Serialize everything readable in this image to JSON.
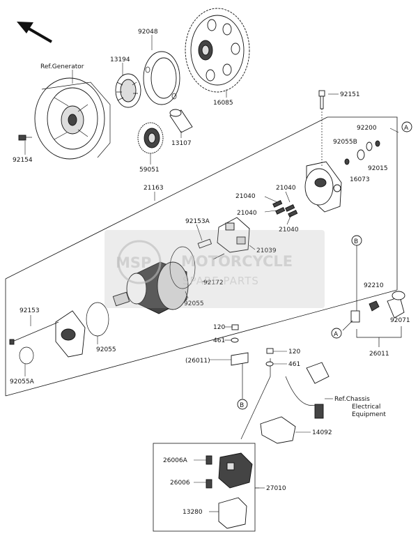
{
  "diagram": {
    "callouts": {
      "ref_generator": "Ref.Generator",
      "p92048": "92048",
      "p13194": "13194",
      "p16085": "16085",
      "p92154": "92154",
      "p13107": "13107",
      "p59051": "59051",
      "p92151": "92151",
      "p92200": "92200",
      "p92055B": "92055B",
      "p92015": "92015",
      "p16073": "16073",
      "p21163": "21163",
      "p21040a": "21040",
      "p21040b": "21040",
      "p21040c": "21040",
      "p21040d": "21040",
      "p92153A": "92153A",
      "p21039": "21039",
      "p92172": "92172",
      "p92055": "92055",
      "p92153": "92153",
      "p92055b": "92055",
      "p92055A": "92055A",
      "p92210": "92210",
      "p92071": "92071",
      "p26011": "26011",
      "p26011_paren": "(26011)",
      "p120a": "120",
      "p461a": "461",
      "p120b": "120",
      "p461b": "461",
      "ref_chassis_1": "Ref.Chassis",
      "ref_chassis_2": "Electrical",
      "ref_chassis_3": "Equipment",
      "p14092": "14092",
      "p26006A": "26006A",
      "p26006": "26006",
      "p27010": "27010",
      "p13280": "13280",
      "marker_a1": "A",
      "marker_a2": "A",
      "marker_b1": "B",
      "marker_b2": "B"
    },
    "watermark": {
      "badge": "MSP",
      "title": "MOTORCYCLE",
      "subtitle": "SPARE PARTS"
    }
  }
}
